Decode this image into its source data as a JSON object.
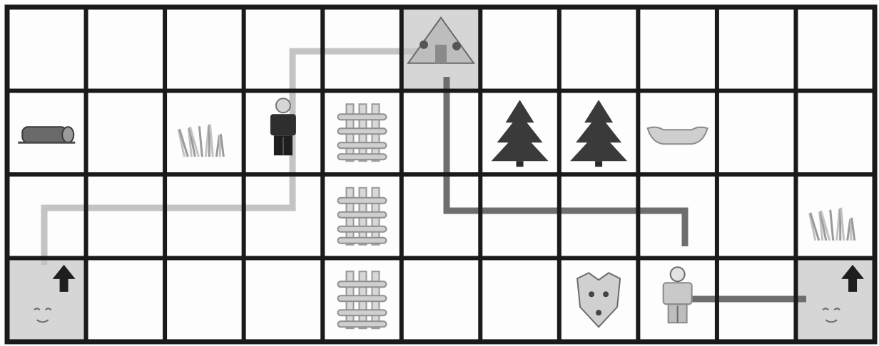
{
  "board": {
    "columns": 11,
    "rows": 4,
    "shaded_cells": [
      [
        0,
        5
      ],
      [
        3,
        0
      ],
      [
        3,
        10
      ]
    ]
  },
  "pieces": [
    {
      "kind": "tent-icon",
      "row": 0,
      "col": 5
    },
    {
      "kind": "log-icon",
      "row": 1,
      "col": 0
    },
    {
      "kind": "grass-icon",
      "row": 1,
      "col": 2
    },
    {
      "kind": "player-dark-icon",
      "row": 1,
      "col": 3
    },
    {
      "kind": "fence-icon",
      "row": 1,
      "col": 4
    },
    {
      "kind": "pine-tree-icon",
      "row": 1,
      "col": 6
    },
    {
      "kind": "pine-tree-icon",
      "row": 1,
      "col": 7
    },
    {
      "kind": "boat-icon",
      "row": 1,
      "col": 8
    },
    {
      "kind": "fence-icon",
      "row": 2,
      "col": 4
    },
    {
      "kind": "grass-icon",
      "row": 2,
      "col": 10
    },
    {
      "kind": "face-icon",
      "row": 3,
      "col": 0
    },
    {
      "kind": "up-arrow-icon",
      "row": 3,
      "col": 0
    },
    {
      "kind": "fence-icon",
      "row": 3,
      "col": 4
    },
    {
      "kind": "fox-mask-icon",
      "row": 3,
      "col": 7
    },
    {
      "kind": "player-light-icon",
      "row": 3,
      "col": 8
    },
    {
      "kind": "face-icon",
      "row": 3,
      "col": 10
    },
    {
      "kind": "up-arrow-icon",
      "row": 3,
      "col": 10
    }
  ],
  "paths": [
    {
      "name": "light-path",
      "color": "#c4c4c4"
    },
    {
      "name": "dark-path",
      "color": "#6e6e6e"
    }
  ],
  "colors": {
    "grid": "#1a1a1a",
    "shaded": "#d6d6d6",
    "tree": "#3a3a3a"
  }
}
